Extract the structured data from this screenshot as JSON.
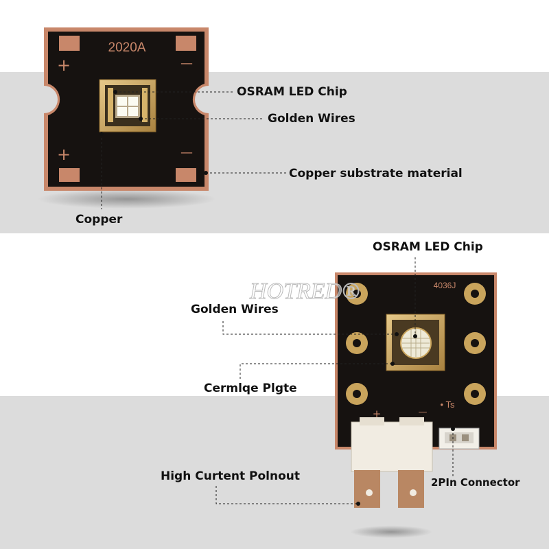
{
  "top_board": {
    "model_code": "2020A",
    "plus_sign": "+",
    "minus_sign": "—"
  },
  "bottom_board": {
    "model_code": "4036J",
    "plus_sign": "+",
    "minus_sign": "—",
    "ts_label": "• Ts"
  },
  "watermark": "HOTRED®",
  "callouts_top": {
    "chip": "OSRAM LED Chip",
    "wires": "Golden Wires",
    "substrate": "Copper substrate material",
    "copper": "Copper"
  },
  "callouts_bottom": {
    "chip": "OSRAM LED Chip",
    "wires": "Golden Wires",
    "ceramic": "Cermlqe Plgte",
    "pinout": "High Curtent Polnout",
    "connector": "2PIn Connector"
  },
  "colors": {
    "band": "#dcdcdc",
    "board": "#161210",
    "copper": "#c8876a",
    "gold": "#c9a45c",
    "terminal_white": "#f1ece2"
  }
}
